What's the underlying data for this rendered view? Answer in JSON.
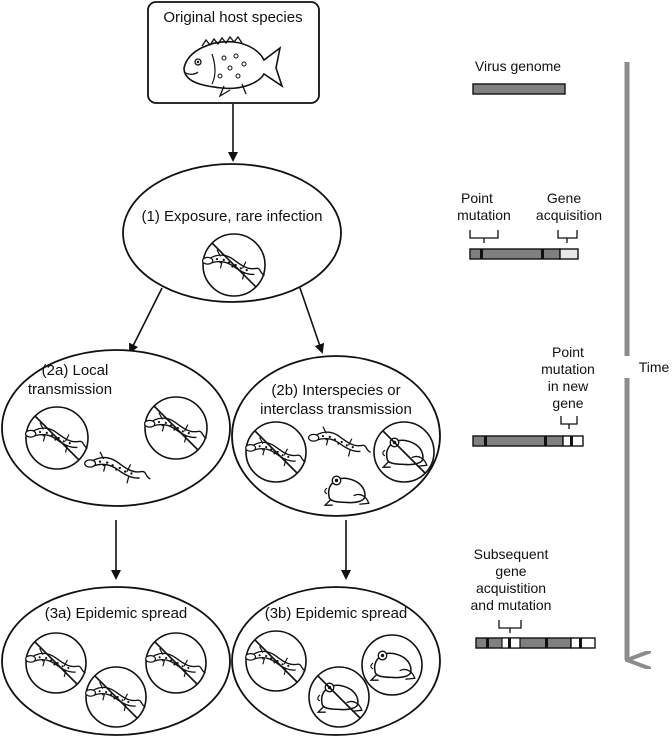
{
  "host_box": {
    "label": "Original host species"
  },
  "genome_legend": {
    "label": "Virus genome"
  },
  "time_axis": {
    "label": "Time"
  },
  "stage1": {
    "label": "(1) Exposure, rare infection"
  },
  "stage2a": {
    "line1": "(2a) Local",
    "line2": "transmission"
  },
  "stage2b": {
    "line1": "(2b) Interspecies or",
    "line2": "interclass transmission"
  },
  "stage3a": {
    "label": "(3a) Epidemic spread"
  },
  "stage3b": {
    "label": "(3b) Epidemic spread"
  },
  "genome_annotations": {
    "point_mutation": [
      "Point",
      "mutation"
    ],
    "gene_acquisition": [
      "Gene",
      "acquisition"
    ],
    "point_mutation_new_gene": [
      "Point",
      "mutation",
      "in new",
      "gene"
    ],
    "subsequent": [
      "Subsequent",
      "gene",
      "acquistition",
      "and mutation"
    ]
  },
  "colors": {
    "genome_fill": "#808080",
    "time_arrow": "#8c8c8c",
    "stroke": "#111111"
  },
  "icons": [
    "fish-icon",
    "salamander-icon",
    "frog-icon",
    "no-symbol-icon"
  ]
}
